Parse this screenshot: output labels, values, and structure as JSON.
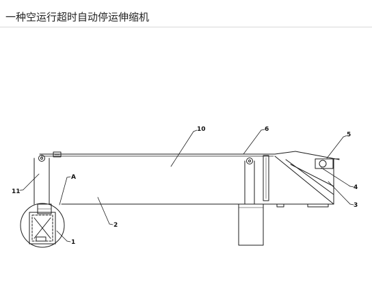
{
  "page": {
    "title": "一种空运行超时自动停运伸缩机"
  },
  "diagram": {
    "line_color": "#1a1a1a",
    "labels": {
      "l1": "1",
      "l2": "2",
      "l3": "3",
      "l4": "4",
      "l5": "5",
      "l6": "6",
      "l10": "10",
      "l11": "11",
      "lA": "A"
    }
  }
}
